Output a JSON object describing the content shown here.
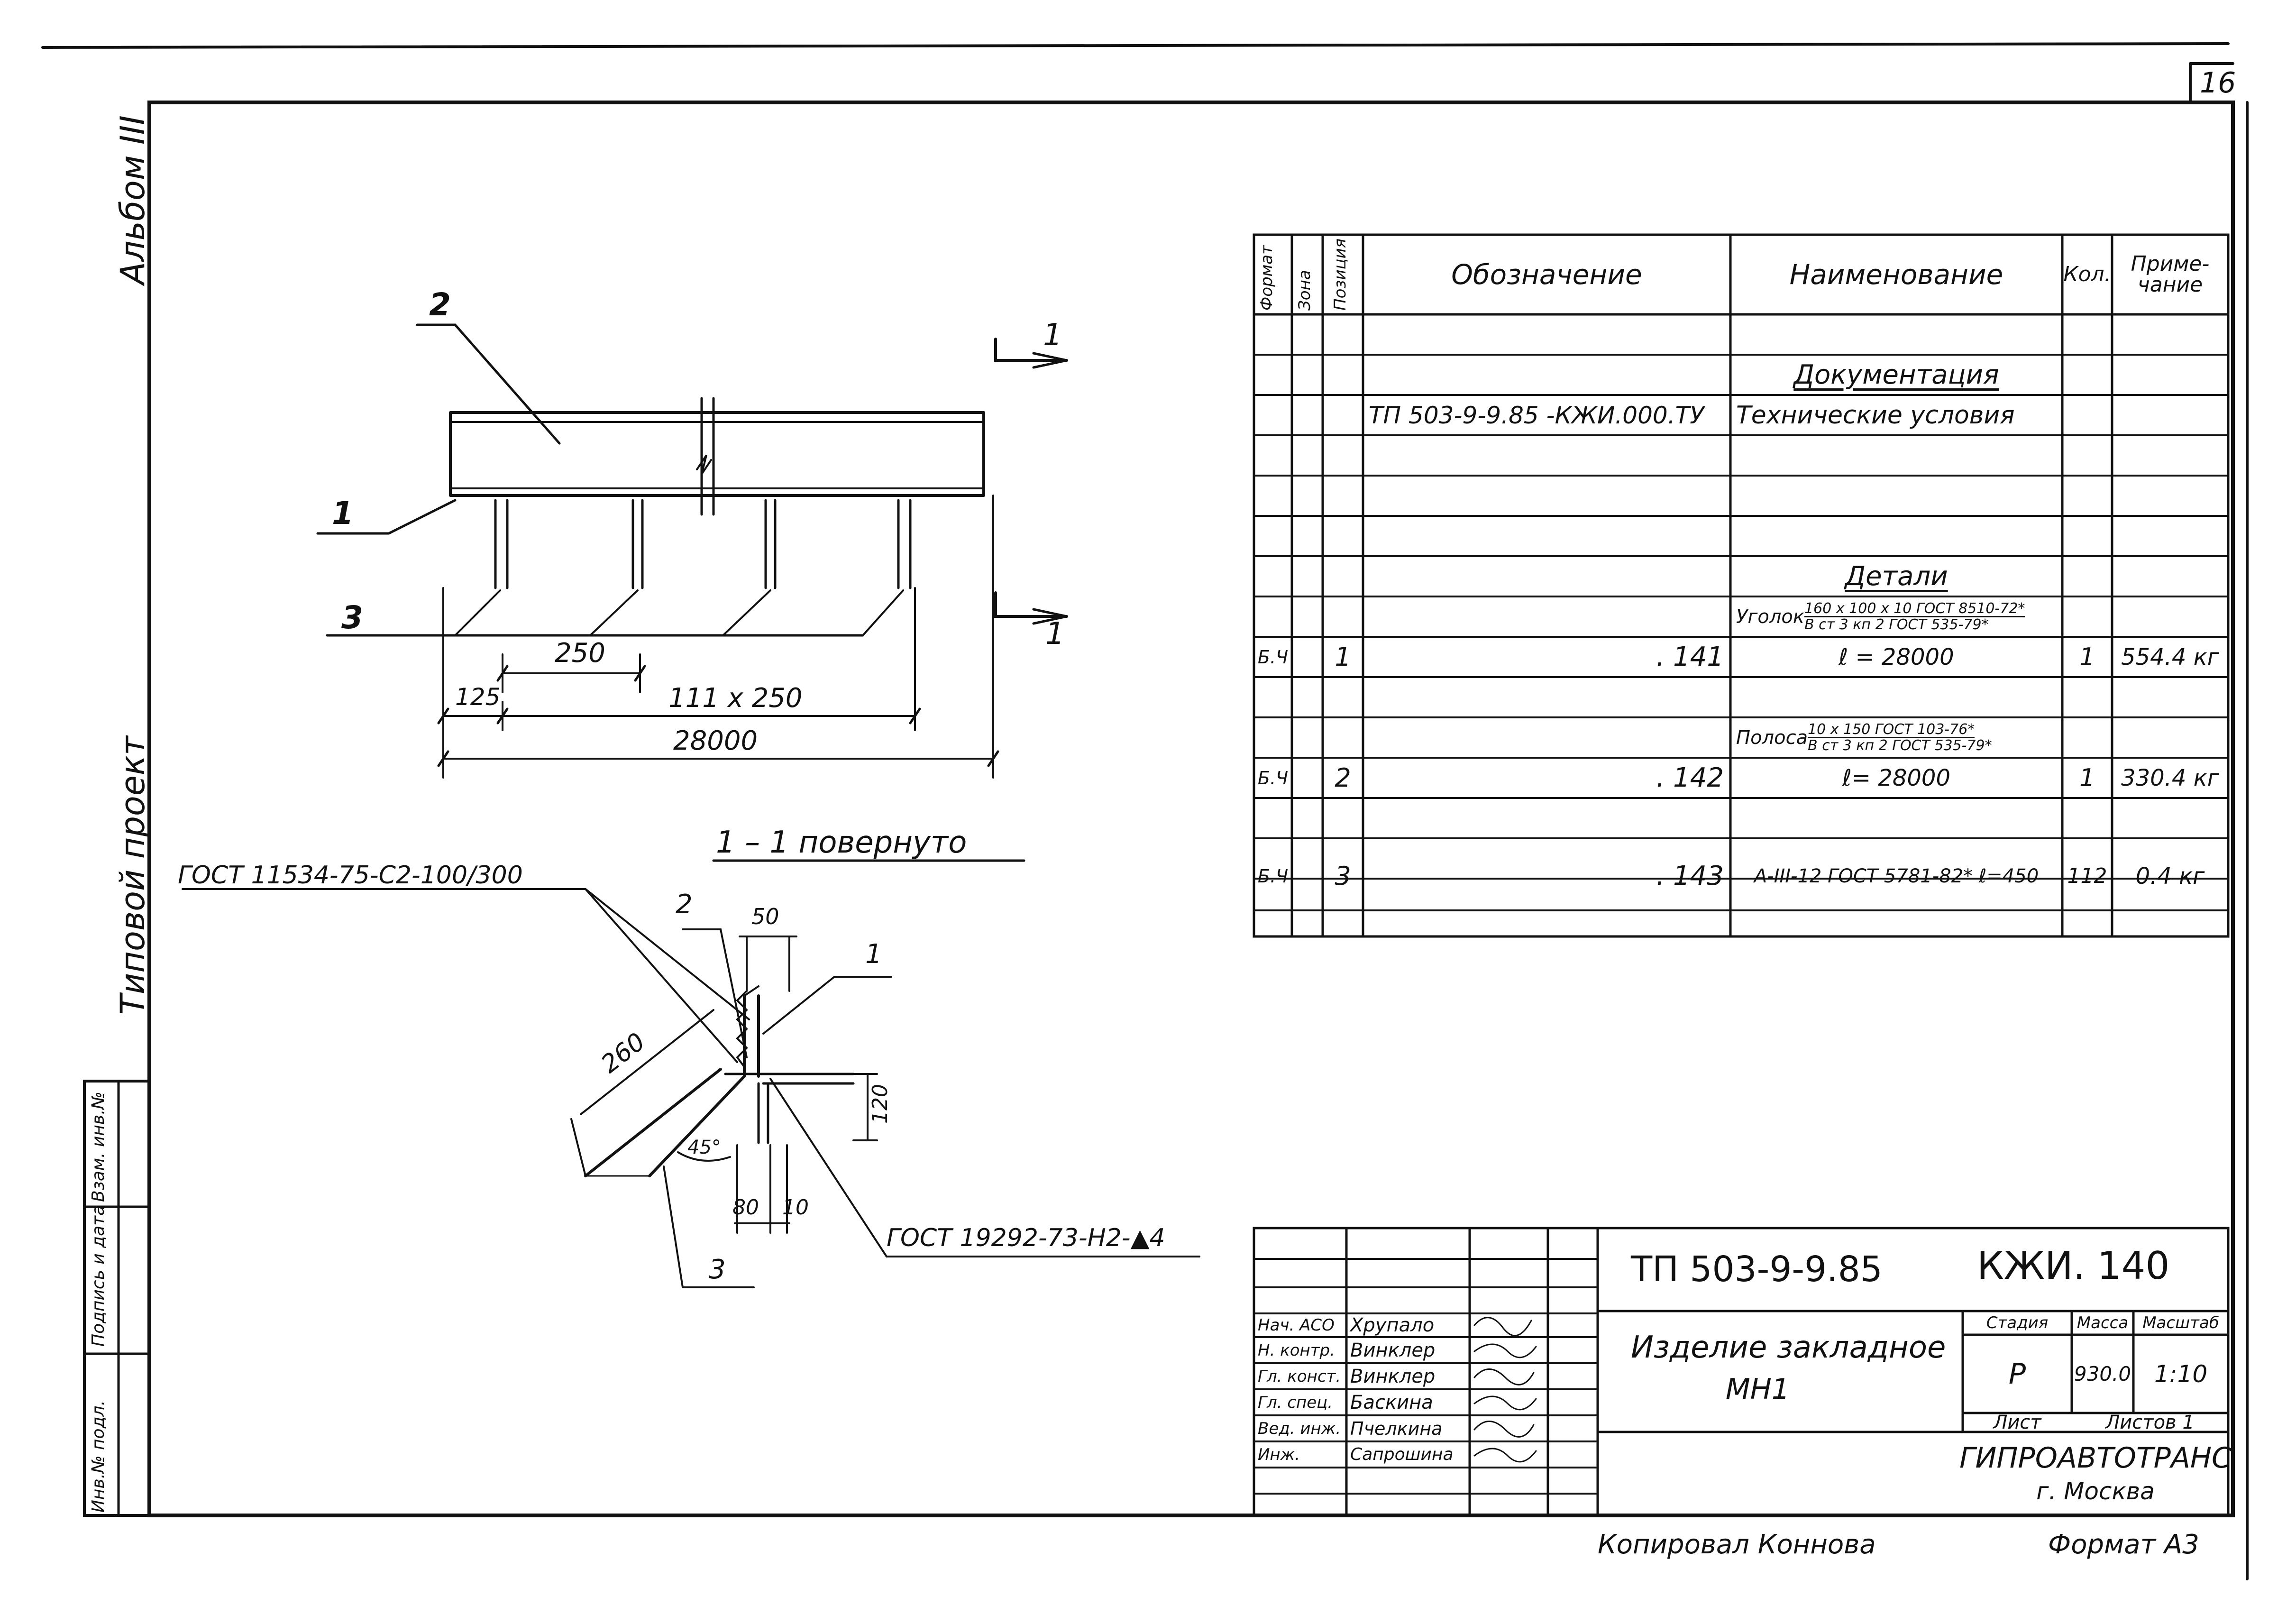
{
  "sheet": {
    "page_number": "16",
    "album": "Альбом III",
    "project_type": "Типовой проект",
    "copied_by": "Копировал Коннова",
    "format": "Формат А3"
  },
  "side_stamp": {
    "cells": [
      "Инв.№ подл.",
      "Подпись и дата",
      "Взам. инв.№"
    ]
  },
  "plan_view": {
    "callout_1": "1",
    "callout_2": "2",
    "callout_3": "3",
    "section_mark_top": "1",
    "section_mark_bottom": "1",
    "dim_spacing": "250",
    "dim_edge": "125",
    "dim_repeat": "111 х 250",
    "dim_total": "28000"
  },
  "section_view": {
    "title": "1 – 1  повернуто",
    "weld_1": "ГОСТ 11534-75-С2-100/300",
    "weld_2": "ГОСТ 19292-73-Н2-▲4",
    "callout_1": "1",
    "callout_2": "2",
    "callout_3": "3",
    "dim_50": "50",
    "dim_260": "260",
    "dim_120": "120",
    "dim_45": "45°",
    "dim_80": "80",
    "dim_10": "10"
  },
  "spec_table": {
    "headers": {
      "format": "Формат",
      "zone": "Зона",
      "position": "Позиция",
      "designation": "Обозначение",
      "name": "Наименование",
      "qty": "Кол.",
      "note": "Приме-\nчание"
    },
    "section_docs": "Документация",
    "doc_designation": "ТП 503-9-9.85  -КЖИ.000.ТУ",
    "doc_name": "Технические условия",
    "section_parts": "Детали",
    "part1_material_prefix": "Уголок",
    "part1_material_top": "160 х 100 х 10 ГОСТ 8510-72*",
    "part1_material_bottom": "В ст 3 кп 2 ГОСТ 535-79*",
    "part2_material_prefix": "Полоса",
    "part2_material_top": "10 х 150 ГОСТ 103-76*",
    "part2_material_bottom": "В ст 3 кп 2 ГОСТ 535-79*",
    "rows": [
      {
        "format": "Б.Ч",
        "position": "1",
        "designation": ". 141",
        "name": "ℓ = 28000",
        "qty": "1",
        "note": "554.4 кг"
      },
      {
        "format": "Б.Ч",
        "position": "2",
        "designation": ". 142",
        "name": "ℓ= 28000",
        "qty": "1",
        "note": "330.4 кг"
      },
      {
        "format": "Б.Ч",
        "position": "3",
        "designation": ". 143",
        "name": "А-III-12 ГОСТ 5781-82* ℓ=450",
        "qty": "112",
        "note": "0.4 кг"
      }
    ]
  },
  "title_block": {
    "doc_code": "ТП 503-9-9.85",
    "sheet_code": "КЖИ. 140",
    "item_name_1": "Изделие закладное",
    "item_name_2": "МН1",
    "stage_label": "Стадия",
    "mass_label": "Масса",
    "scale_label": "Масштаб",
    "stage": "Р",
    "mass": "930.0",
    "scale": "1:10",
    "sheet_label": "Лист",
    "sheets_label": "Листов 1",
    "org_1": "ГИПРОАВТОТРАНС",
    "org_2": "г. Москва",
    "signers": [
      {
        "role": "Нач. АСО",
        "name": "Хрупало"
      },
      {
        "role": "Н. контр.",
        "name": "Винклер"
      },
      {
        "role": "Гл. конст.",
        "name": "Винклер"
      },
      {
        "role": "Гл. спец.",
        "name": "Баскина"
      },
      {
        "role": "Вед. инж.",
        "name": "Пчелкина"
      },
      {
        "role": "Инж.",
        "name": "Сапрошина"
      }
    ]
  }
}
